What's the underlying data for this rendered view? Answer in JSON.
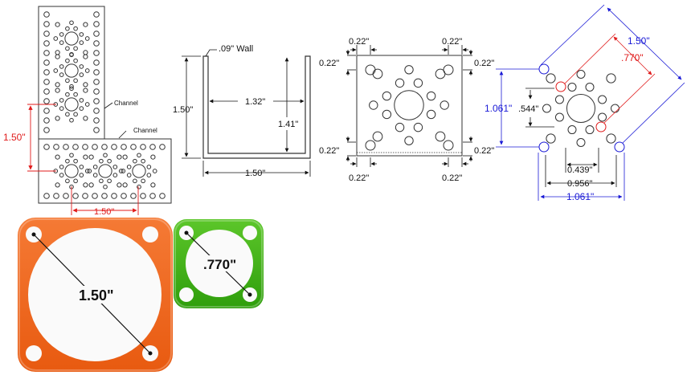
{
  "colors": {
    "outline": "#333333",
    "blue": "#1a1ad6",
    "red": "#e01b1b",
    "orange": "#f26419",
    "green": "#3db015"
  },
  "labels": {
    "channel_top": "Channel",
    "channel_bottom": "Channel",
    "left_vertical": "1.50\"",
    "left_horizontal": "1.50\"",
    "wall": ".09\" Wall",
    "profile_height": "1.50\"",
    "profile_inner_width": "1.32\"",
    "profile_inner_height": "1.41\"",
    "profile_width": "1.50\"",
    "plate_top_left": "0.22\"",
    "plate_top_right": "0.22\"",
    "plate_left_top": "0.22\"",
    "plate_right_top": "0.22\"",
    "plate_left_bottom": "0.22\"",
    "plate_right_bottom": "0.22\"",
    "plate_bottom_left": "0.22\"",
    "plate_bottom_right": "0.22\"",
    "pattern_diag_blue": "1.50\"",
    "pattern_diag_red": ".770\"",
    "pattern_vertical_blue": "1.061\"",
    "pattern_vertical_small": ".544\"",
    "pattern_h1": "0.439\"",
    "pattern_h2": "0.956\"",
    "pattern_h3_blue": "1.061\"",
    "orange_plate": "1.50\"",
    "green_plate": ".770\""
  }
}
